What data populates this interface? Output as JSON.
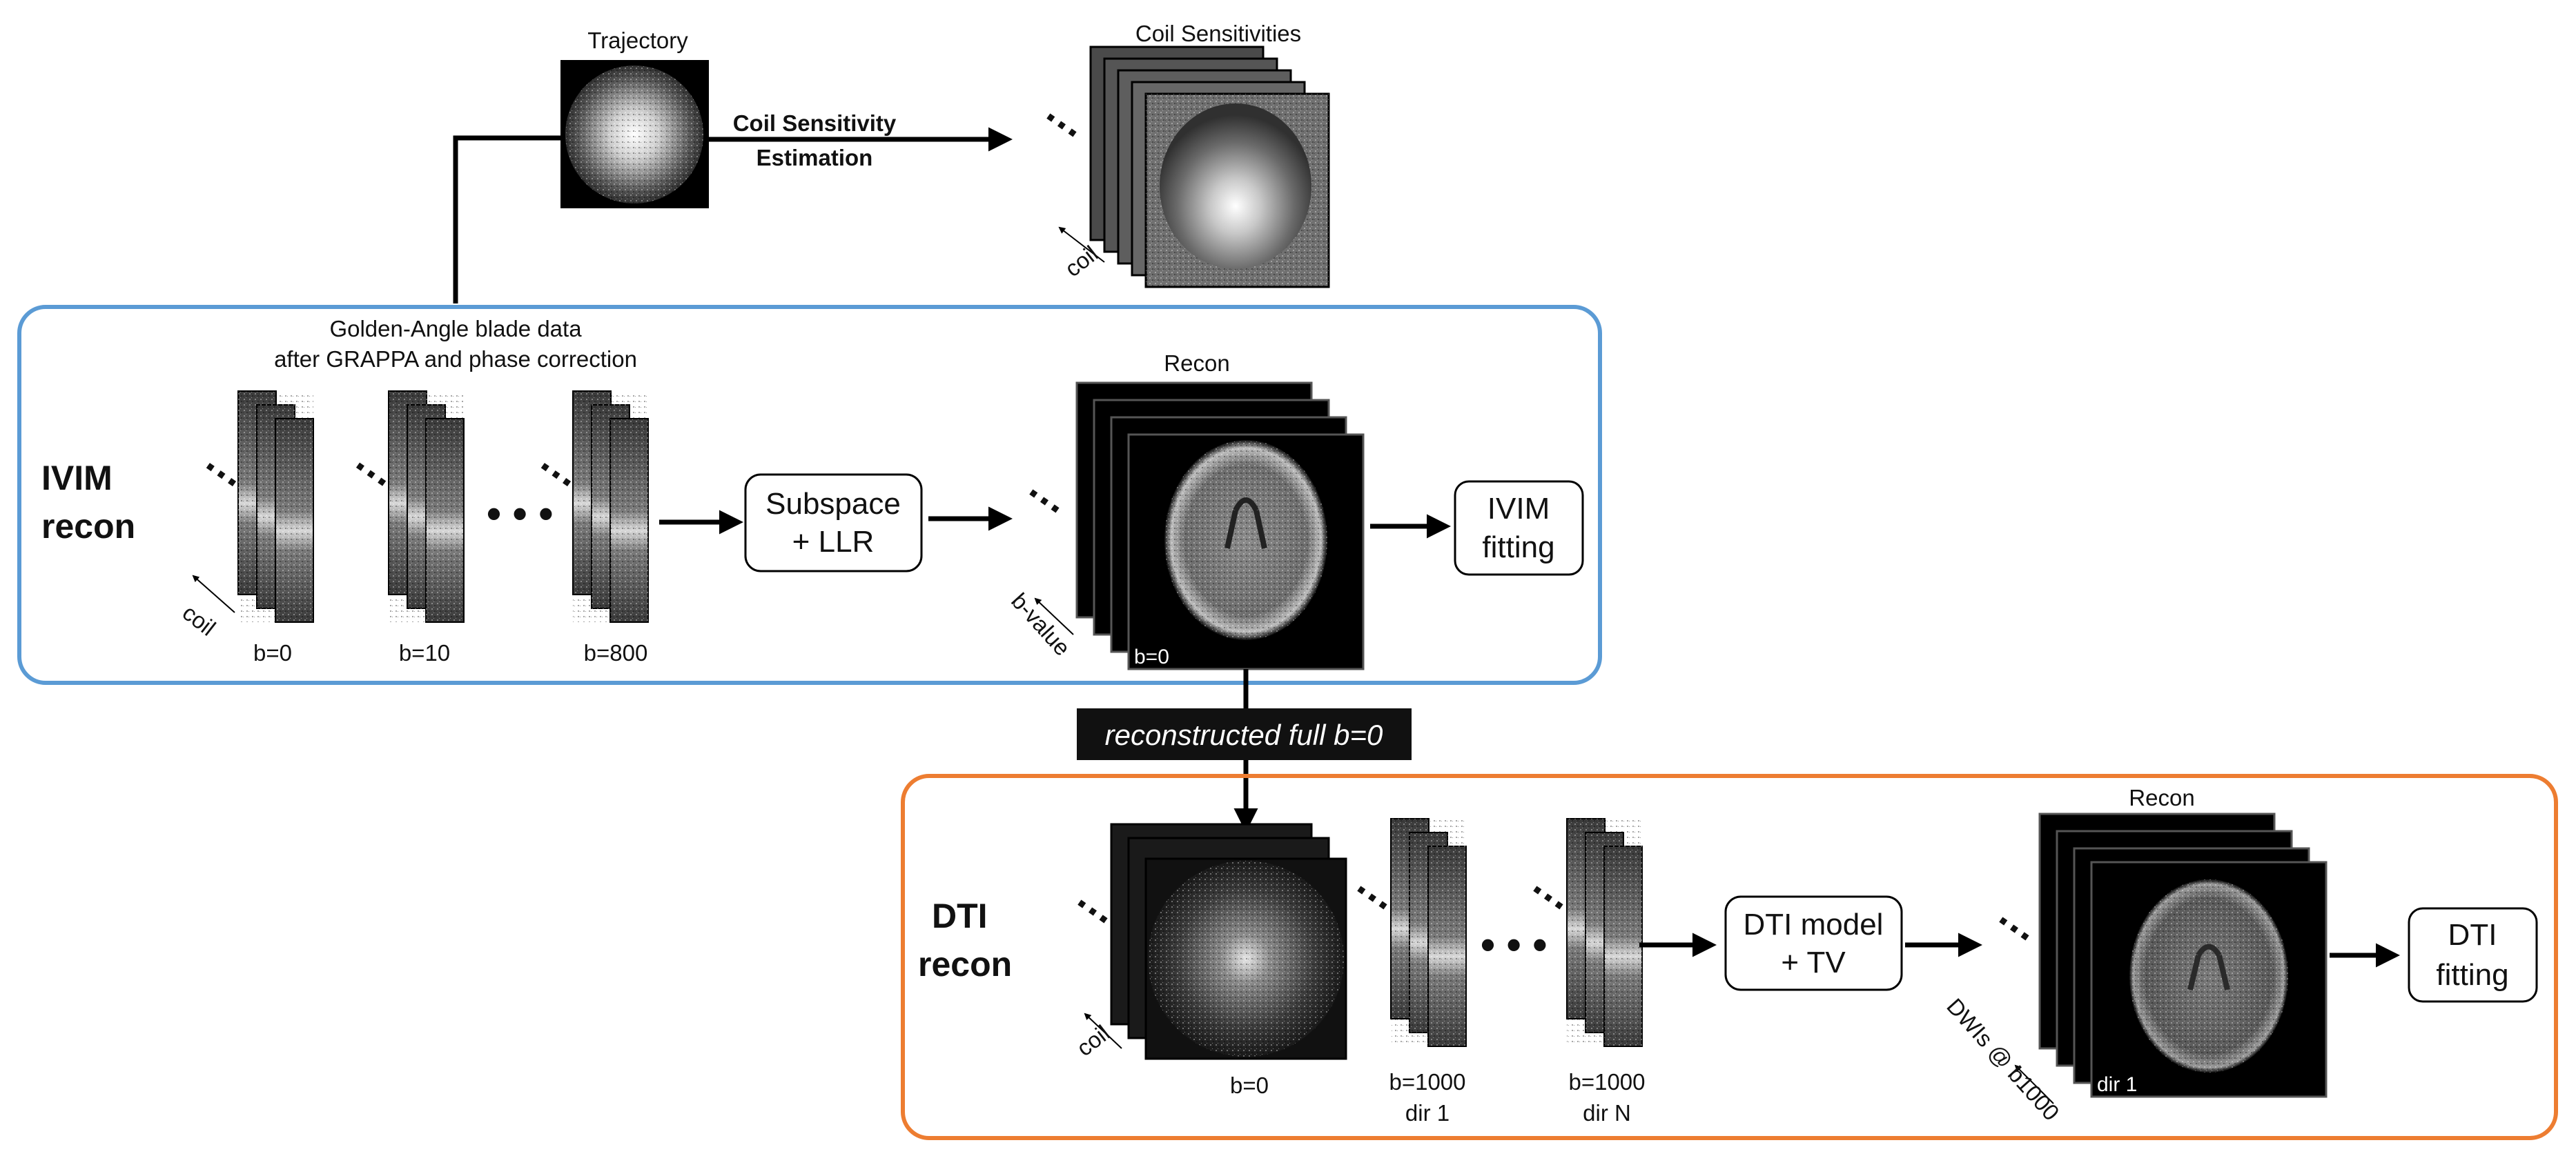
{
  "top": {
    "trajectory_title": "Trajectory",
    "coil_sens_title": "Coil Sensitivities",
    "coil_sens_step_line1": "Coil Sensitivity",
    "coil_sens_step_line2": "Estimation",
    "coil_axis": "coil"
  },
  "ivim": {
    "section_line1": "IVIM",
    "section_line2": "recon",
    "data_title_line1": "Golden-Angle blade data",
    "data_title_line2": "after GRAPPA and phase correction",
    "coil_axis": "coil",
    "stack_labels": [
      "b=0",
      "b=10",
      "b=800"
    ],
    "process_line1": "Subspace",
    "process_line2": "+ LLR",
    "recon_title": "Recon",
    "recon_axis": "b-value",
    "recon_image_label": "b=0",
    "fitting_line1": "IVIM",
    "fitting_line2": "fitting",
    "accent": "#5b9bd5"
  },
  "bridge": {
    "label": "reconstructed full b=0"
  },
  "dti": {
    "section_line1": "DTI",
    "section_line2": "recon",
    "coil_axis": "coil",
    "b0_label": "b=0",
    "stack1_line1": "b=1000",
    "stack1_line2": "dir 1",
    "stackN_line1": "b=1000",
    "stackN_line2": "dir N",
    "process_line1": "DTI model",
    "process_line2": "+ TV",
    "recon_title": "Recon",
    "recon_axis": "DWIs @ b1000",
    "recon_image_label": "dir 1",
    "fitting_line1": "DTI",
    "fitting_line2": "fitting",
    "accent": "#ed7d31"
  },
  "ellipsis": "…",
  "ellipsis_big": "• • •"
}
